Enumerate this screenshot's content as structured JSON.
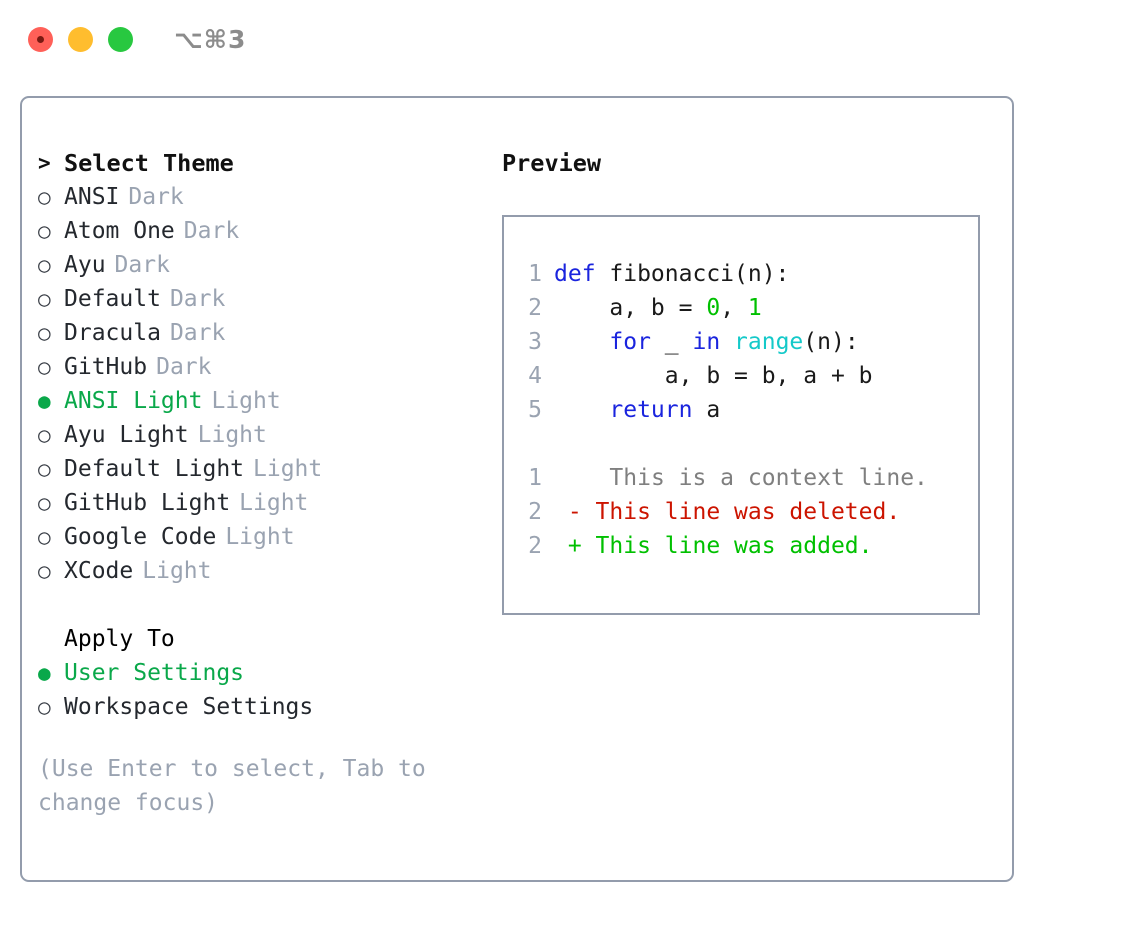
{
  "window": {
    "traffic_lights": [
      "close",
      "minimize",
      "maximize"
    ],
    "shortcut_label": "⌥⌘3",
    "border_color": "#939cac",
    "background": "#ffffff"
  },
  "colors": {
    "accent_green": "#0aa84a",
    "muted_gray": "#9aa3b1",
    "text_dark": "#24282e",
    "keyword_blue": "#1a24de",
    "function_cyan": "#14c9c9",
    "number_green": "#00c000",
    "diff_added": "#00c000",
    "diff_deleted": "#cc1400",
    "diff_context": "#7f7f7f"
  },
  "theme_list": {
    "header": {
      "marker": ">",
      "label": "Select Theme"
    },
    "items": [
      {
        "marker": "○",
        "name": "ANSI",
        "kind": "Dark",
        "selected": false
      },
      {
        "marker": "○",
        "name": "Atom One",
        "kind": "Dark",
        "selected": false
      },
      {
        "marker": "○",
        "name": "Ayu",
        "kind": "Dark",
        "selected": false
      },
      {
        "marker": "○",
        "name": "Default",
        "kind": "Dark",
        "selected": false
      },
      {
        "marker": "○",
        "name": "Dracula",
        "kind": "Dark",
        "selected": false
      },
      {
        "marker": "○",
        "name": "GitHub",
        "kind": "Dark",
        "selected": false
      },
      {
        "marker": "●",
        "name": "ANSI Light",
        "kind": "Light",
        "selected": true
      },
      {
        "marker": "○",
        "name": "Ayu Light",
        "kind": "Light",
        "selected": false
      },
      {
        "marker": "○",
        "name": "Default Light",
        "kind": "Light",
        "selected": false
      },
      {
        "marker": "○",
        "name": "GitHub Light",
        "kind": "Light",
        "selected": false
      },
      {
        "marker": "○",
        "name": "Google Code",
        "kind": "Light",
        "selected": false
      },
      {
        "marker": "○",
        "name": "XCode",
        "kind": "Light",
        "selected": false
      }
    ]
  },
  "apply_to": {
    "header": "Apply To",
    "options": [
      {
        "marker": "●",
        "label": "User Settings",
        "selected": true
      },
      {
        "marker": "○",
        "label": "Workspace Settings",
        "selected": false
      }
    ]
  },
  "hint": "(Use Enter to select, Tab to change focus)",
  "preview": {
    "title": "Preview",
    "code_lines": [
      {
        "no": "1",
        "tokens": [
          {
            "t": "def",
            "c": "kw"
          },
          {
            "t": " fibonacci(n):",
            "c": "id"
          }
        ]
      },
      {
        "no": "2",
        "tokens": [
          {
            "t": "    a, b = ",
            "c": "id"
          },
          {
            "t": "0",
            "c": "num"
          },
          {
            "t": ", ",
            "c": "id"
          },
          {
            "t": "1",
            "c": "num"
          }
        ]
      },
      {
        "no": "3",
        "tokens": [
          {
            "t": "    ",
            "c": "id"
          },
          {
            "t": "for",
            "c": "kw"
          },
          {
            "t": " _ ",
            "c": "id"
          },
          {
            "t": "in",
            "c": "kw"
          },
          {
            "t": " ",
            "c": "id"
          },
          {
            "t": "range",
            "c": "fn"
          },
          {
            "t": "(n):",
            "c": "id"
          }
        ]
      },
      {
        "no": "4",
        "tokens": [
          {
            "t": "        a, b = b, a + b",
            "c": "id"
          }
        ]
      },
      {
        "no": "5",
        "tokens": [
          {
            "t": "    ",
            "c": "id"
          },
          {
            "t": "return",
            "c": "kw"
          },
          {
            "t": " a",
            "c": "id"
          }
        ]
      }
    ],
    "diff_lines": [
      {
        "no": "1",
        "sign": " ",
        "text": "  This is a context line.",
        "kind": "ctx"
      },
      {
        "no": "2",
        "sign": "-",
        "text": " This line was deleted.",
        "kind": "del"
      },
      {
        "no": "2",
        "sign": "+",
        "text": " This line was added.",
        "kind": "add"
      }
    ]
  }
}
